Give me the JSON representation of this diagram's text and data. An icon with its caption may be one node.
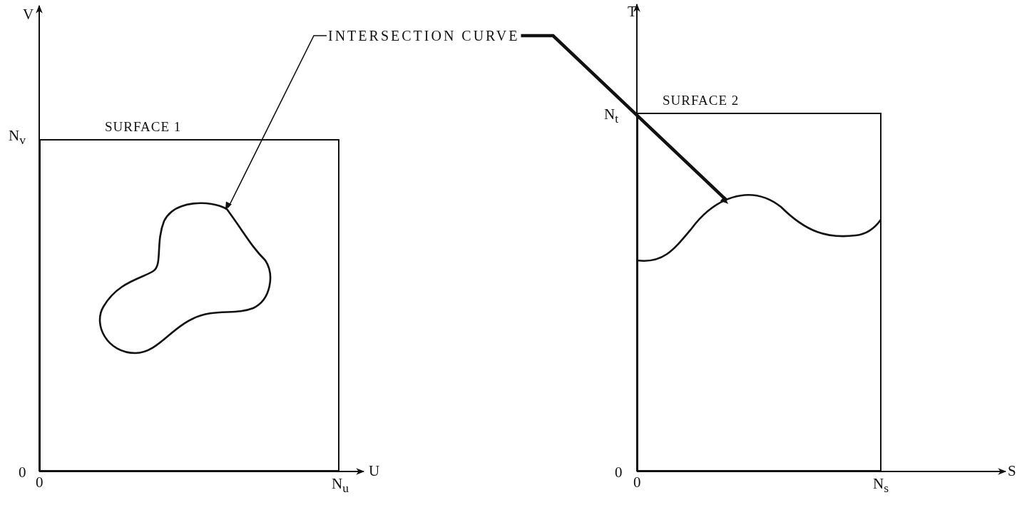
{
  "diagram": {
    "nodes": [
      {
        "text": [
          "INTERSECTION CURVE"
        ]
      },
      {
        "text": [
          "SURFACE 1"
        ]
      },
      {
        "text": [],
        "shape": "curve",
        "in": 1
      },
      {
        "text": [
          "SURFACE 2"
        ]
      },
      {
        "text": [],
        "shape": "curve",
        "in": 3
      }
    ],
    "edges": [
      {
        "from": 0,
        "to": 2,
        "arrow": "to"
      },
      {
        "from": 0,
        "to": 4,
        "arrow": "to",
        "style": "thick"
      }
    ],
    "labels": [
      "V",
      "N$_{v}$",
      "0",
      "0",
      "N$_{u}$",
      "U",
      "T",
      "N$_{t}$",
      "0",
      "0",
      "N$_{s}$",
      "S"
    ]
  }
}
